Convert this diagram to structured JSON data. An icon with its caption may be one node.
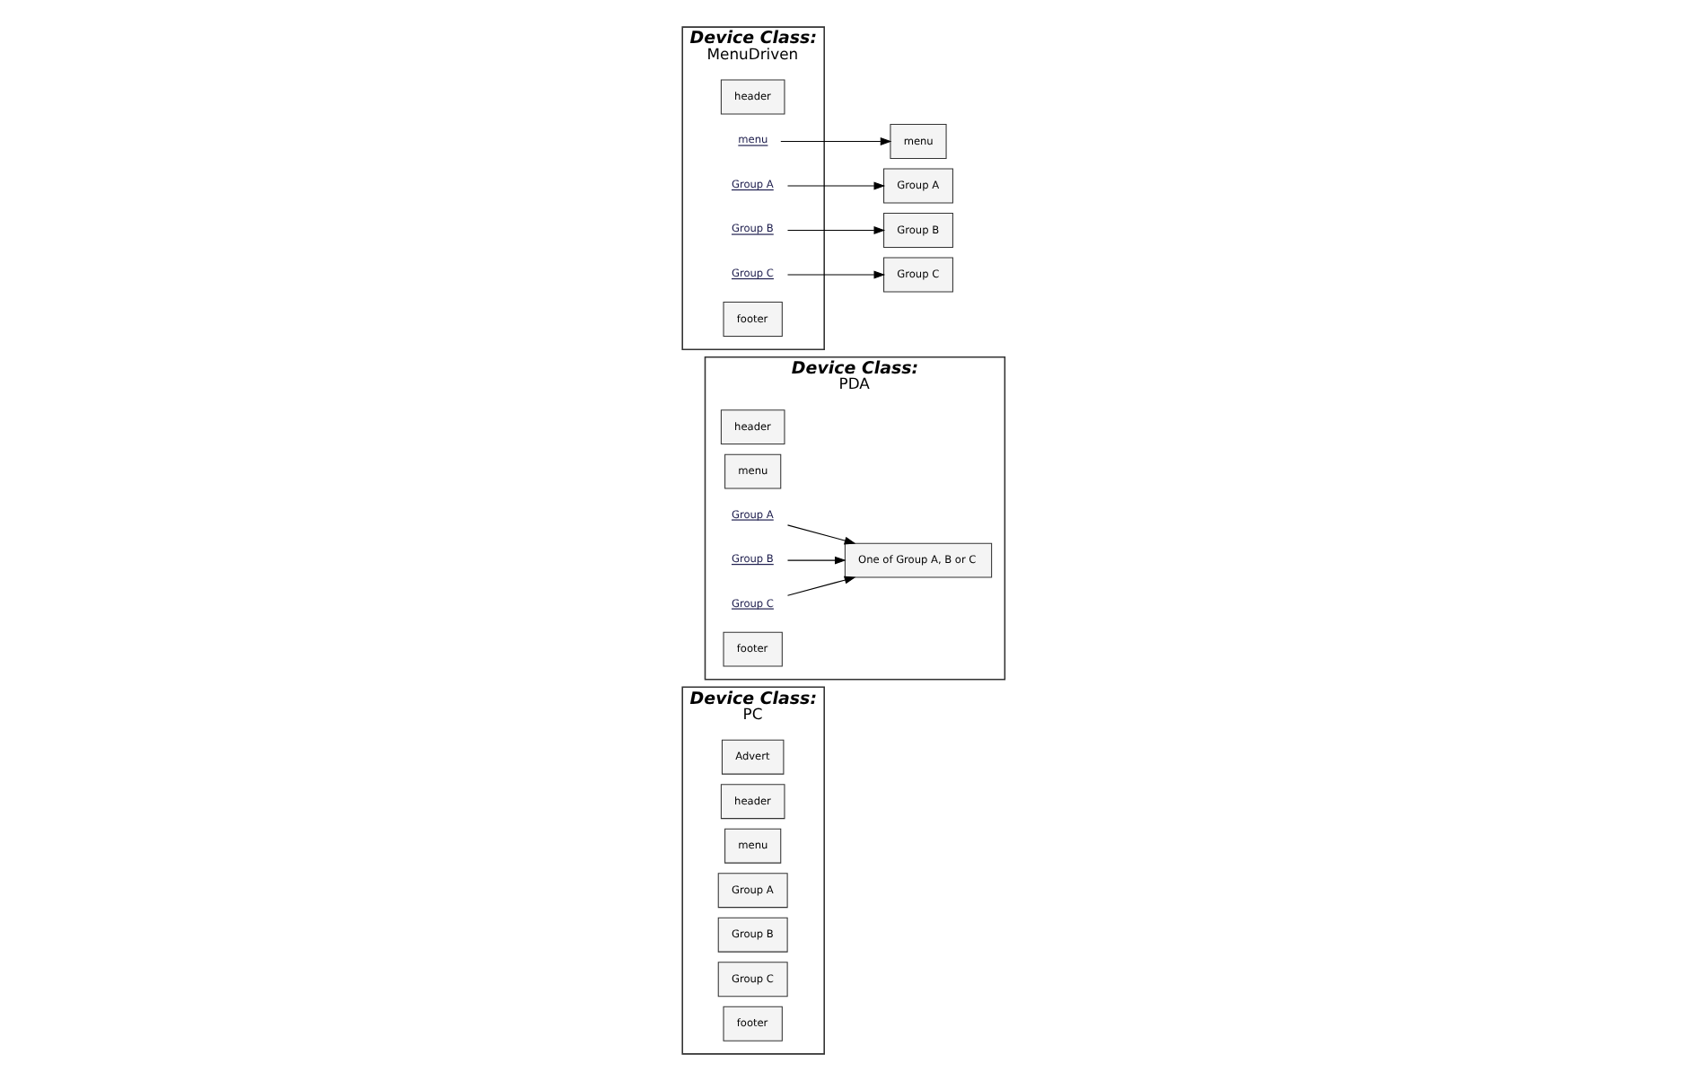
{
  "diagram": {
    "nodes": [
      {
        "text": [
          "Device Class:",
          "PC"
        ]
      },
      {
        "text": [
          "Advert"
        ],
        "in": 0
      },
      {
        "text": [
          "header"
        ],
        "in": 0
      },
      {
        "text": [
          "menu"
        ],
        "in": 0
      },
      {
        "text": [
          "Group A"
        ],
        "in": 0
      },
      {
        "text": [
          "Group B"
        ],
        "in": 0
      },
      {
        "text": [
          "Group C"
        ],
        "in": 0
      },
      {
        "text": [
          "footer"
        ],
        "in": 0
      },
      {
        "text": [
          "Device Class:",
          "PDA"
        ]
      },
      {
        "text": [
          "header"
        ],
        "in": 8
      },
      {
        "text": [
          "menu"
        ],
        "in": 8
      },
      {
        "text": [
          "One of Group A, B or C"
        ],
        "in": 8
      },
      {
        "text": [
          "Group A"
        ],
        "in": 8
      },
      {
        "text": [
          "Group B"
        ],
        "in": 8
      },
      {
        "text": [
          "Group C"
        ],
        "in": 8
      },
      {
        "text": [
          "footer"
        ],
        "in": 8
      },
      {
        "text": [
          "Device Class:",
          "MenuDriven"
        ]
      },
      {
        "text": [
          "header"
        ],
        "in": 16
      },
      {
        "text": [
          "menu"
        ],
        "in": 16
      },
      {
        "text": [
          "Group A"
        ],
        "in": 16
      },
      {
        "text": [
          "Group B"
        ],
        "in": 16
      },
      {
        "text": [
          "Group C"
        ],
        "in": 16
      },
      {
        "text": [
          "footer"
        ],
        "in": 16
      },
      {
        "text": [
          "menu"
        ]
      },
      {
        "text": [
          "Group A"
        ]
      },
      {
        "text": [
          "Group B"
        ]
      },
      {
        "text": [
          "Group C"
        ]
      }
    ],
    "edges": [
      {
        "from": 12,
        "to": 11,
        "arrow": "to"
      },
      {
        "from": 13,
        "to": 11,
        "arrow": "to"
      },
      {
        "from": 14,
        "to": 11,
        "arrow": "to"
      },
      {
        "from": 18,
        "to": 23,
        "arrow": "to"
      },
      {
        "from": 19,
        "to": 24,
        "arrow": "to"
      },
      {
        "from": 20,
        "to": 25,
        "arrow": "to"
      },
      {
        "from": 21,
        "to": 26,
        "arrow": "to"
      }
    ]
  }
}
